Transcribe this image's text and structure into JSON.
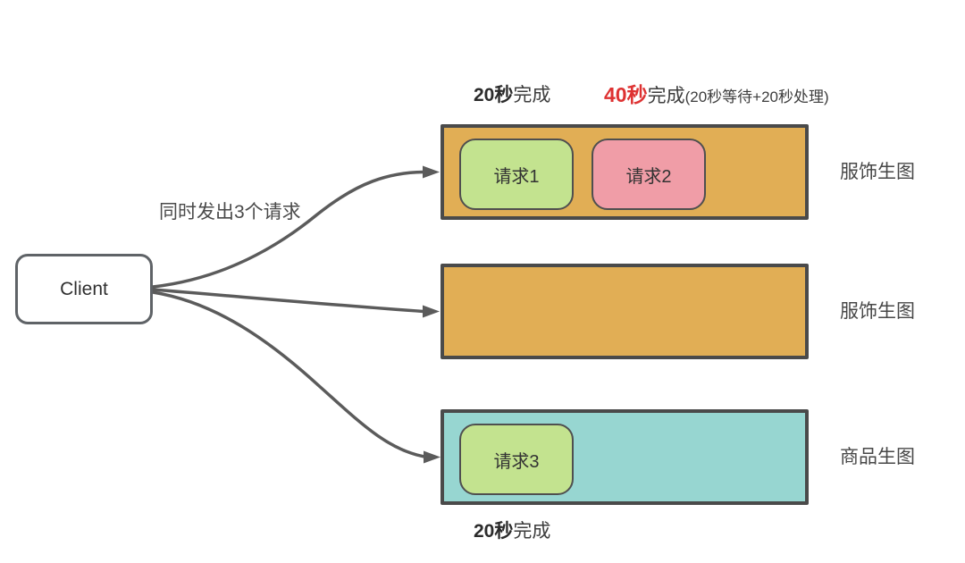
{
  "client": {
    "label": "Client"
  },
  "fanout": {
    "label": "同时发出3个请求"
  },
  "annotations": {
    "top_left": {
      "bold": "20秒",
      "rest": "完成"
    },
    "top_right": {
      "red": "40秒",
      "rest": "完成",
      "paren": "(20秒等待+20秒处理)"
    },
    "bottom": {
      "bold": "20秒",
      "rest": "完成"
    }
  },
  "lanes": [
    {
      "name": "服饰生图",
      "requests": [
        {
          "label": "请求1"
        },
        {
          "label": "请求2"
        }
      ]
    },
    {
      "name": "服饰生图",
      "requests": []
    },
    {
      "name": "商品生图",
      "requests": [
        {
          "label": "请求3"
        }
      ]
    }
  ],
  "colors": {
    "lane_orange": "#E1AE55",
    "lane_teal": "#97D6D1",
    "chip_green": "#C3E38F",
    "chip_pink": "#F09DA7",
    "lane_border": "#4A4A4A",
    "arrow": "#5B5B5B",
    "text_dark": "#3D3D3D",
    "highlight_red": "#DE3232"
  }
}
